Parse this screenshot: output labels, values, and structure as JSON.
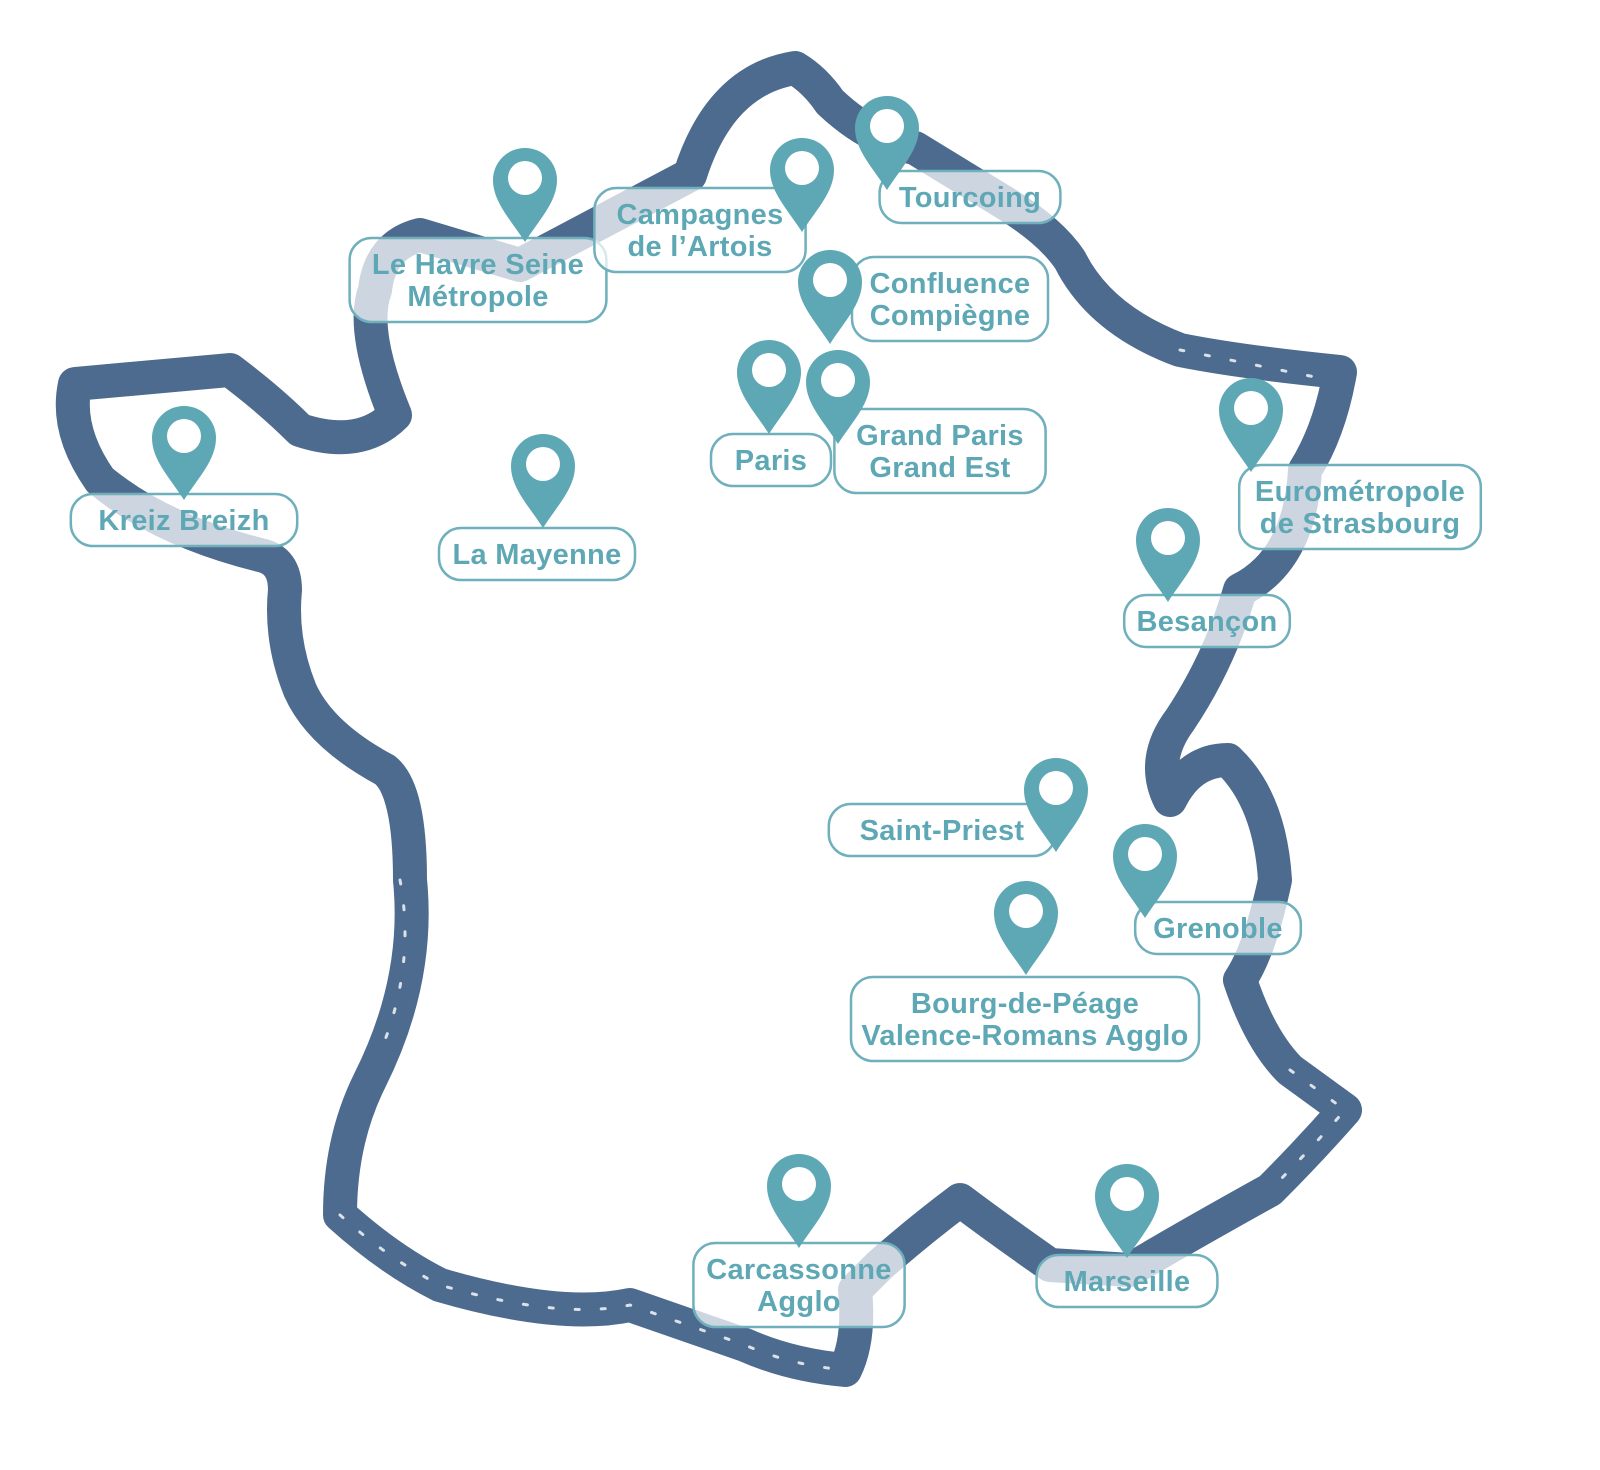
{
  "map": {
    "outline_color": "#4d6a8f",
    "pin_color": "#5ea8b5",
    "label_color": "#5ea8b5",
    "bubble_border_color": "#6fb0bc",
    "pin_icon": "map-pin-icon",
    "locations": [
      {
        "id": "kreiz-breizh",
        "lines": [
          "Kreiz Breizh"
        ]
      },
      {
        "id": "la-mayenne",
        "lines": [
          "La Mayenne"
        ]
      },
      {
        "id": "le-havre",
        "lines": [
          "Le Havre Seine",
          "Métropole"
        ]
      },
      {
        "id": "campagnes-artois",
        "lines": [
          "Campagnes",
          "de l’Artois"
        ]
      },
      {
        "id": "tourcoing",
        "lines": [
          "Tourcoing"
        ]
      },
      {
        "id": "confluence-compiegne",
        "lines": [
          "Confluence",
          "Compiègne"
        ]
      },
      {
        "id": "paris",
        "lines": [
          "Paris"
        ]
      },
      {
        "id": "grand-paris-grand-est",
        "lines": [
          "Grand Paris",
          "Grand Est"
        ]
      },
      {
        "id": "strasbourg",
        "lines": [
          "Eurométropole",
          "de Strasbourg"
        ]
      },
      {
        "id": "besancon",
        "lines": [
          "Besançon"
        ]
      },
      {
        "id": "saint-priest",
        "lines": [
          "Saint-Priest"
        ]
      },
      {
        "id": "grenoble",
        "lines": [
          "Grenoble"
        ]
      },
      {
        "id": "bourg-de-peage",
        "lines": [
          "Bourg-de-Péage",
          "Valence-Romans Agglo"
        ]
      },
      {
        "id": "carcassonne",
        "lines": [
          "Carcassonne",
          "Agglo"
        ]
      },
      {
        "id": "marseille",
        "lines": [
          "Marseille"
        ]
      }
    ]
  }
}
